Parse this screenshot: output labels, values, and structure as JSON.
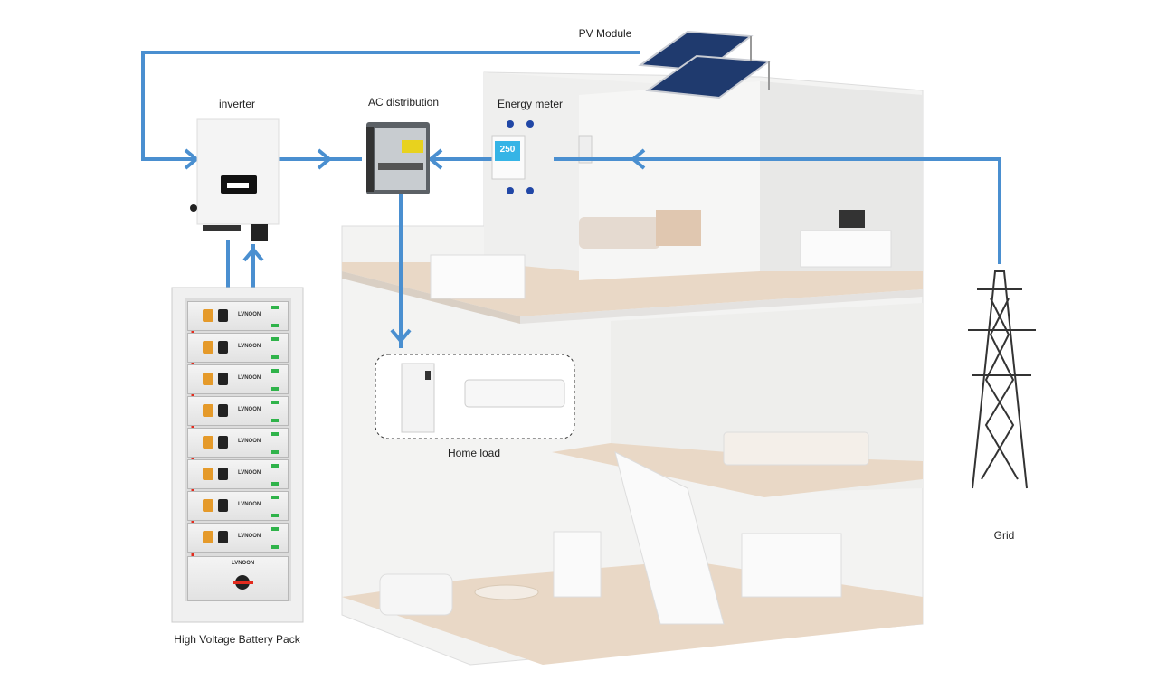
{
  "labels": {
    "pv_module": "PV Module",
    "inverter": "inverter",
    "ac_distribution": "AC distribution",
    "energy_meter": "Energy meter",
    "home_load": "Home load",
    "grid": "Grid",
    "battery": "High Voltage Battery Pack"
  },
  "battery": {
    "modules": [
      "LVNOON",
      "LVNOON",
      "LVNOON",
      "LVNOON",
      "LVNOON",
      "LVNOON",
      "LVNOON",
      "LVNOON"
    ],
    "control_brand": "LVNOON"
  },
  "meter": {
    "reading": "250"
  },
  "colors": {
    "flow_line": "#4a8fd0",
    "floor": "#e9d8c6",
    "wall": "#f1f1f0"
  }
}
